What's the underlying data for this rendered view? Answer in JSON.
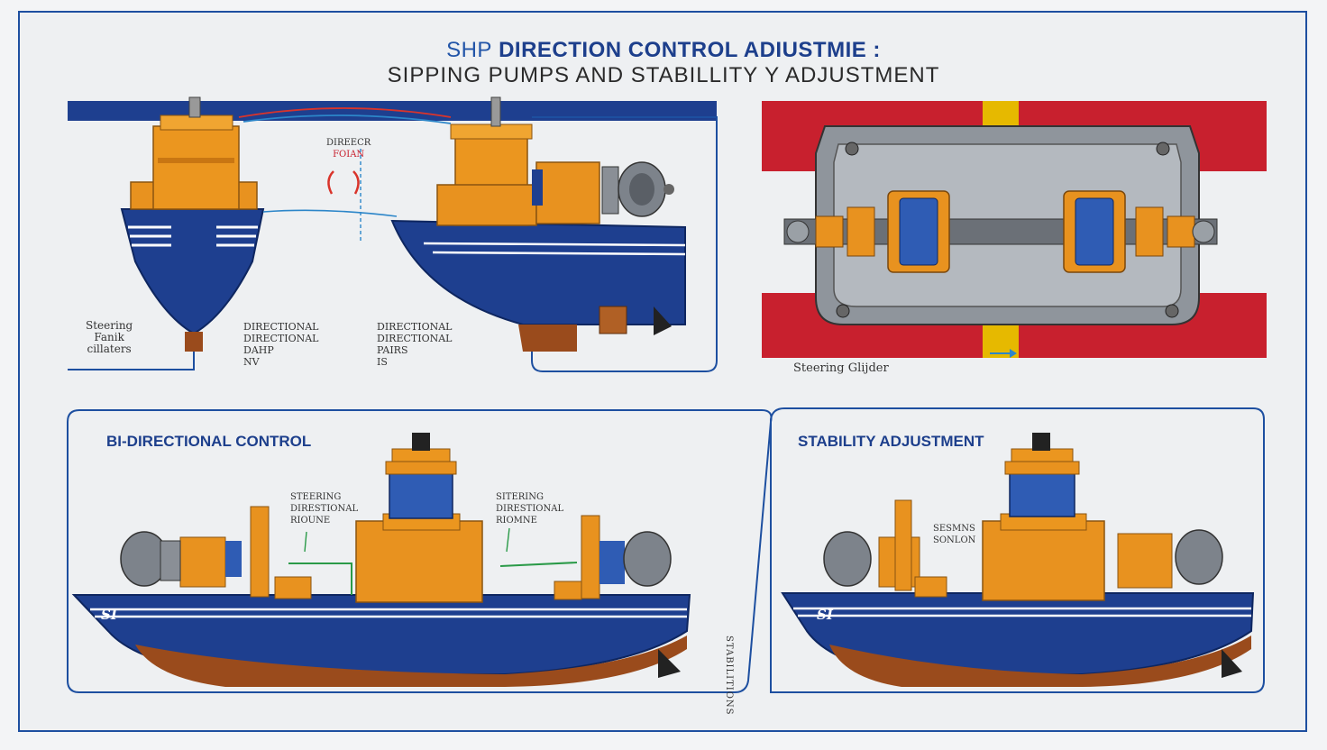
{
  "title": {
    "prefix": "SHP",
    "main": "DIRECTION CONTROL ADIUSTMIE :",
    "subtitle": "SIPPING PUMPS AND STABILLITY Y ADJUSTMENT"
  },
  "top_left": {
    "label_left": [
      "Steering",
      "Fanik",
      "cillaters"
    ],
    "label_mid": [
      "DIRECTIONAL",
      "DIRECTIONAL",
      "DAHP",
      "NV"
    ],
    "label_right": [
      "DIRECTIONAL",
      "DIRECTIONAL",
      "PAIRS",
      "IS"
    ],
    "label_top": [
      "DIREECR",
      "FOIAN"
    ]
  },
  "top_right": {
    "label": "Steering Glijder"
  },
  "bottom_left": {
    "heading": "BI-DIRECTIONAL CONTROL",
    "label_a": [
      "STEERING",
      "DIRESTIONAL",
      "RIOUNE"
    ],
    "label_b": [
      "SITERING",
      "DIRESTIONAL",
      "RIOMNE"
    ],
    "hull_mark": "SI"
  },
  "bottom_right": {
    "heading": "STABILITY ADJUSTMENT",
    "label": [
      "SESMNS",
      "SONLON"
    ],
    "hull_mark": "SI",
    "side_text": "STABILITIONS"
  },
  "colors": {
    "hull_blue": "#1e3f8f",
    "pump_orange": "#e8921f",
    "frame_blue": "#1d4fa0",
    "hull_brown": "#9a4b1c",
    "red_rail": "#c8202e"
  }
}
